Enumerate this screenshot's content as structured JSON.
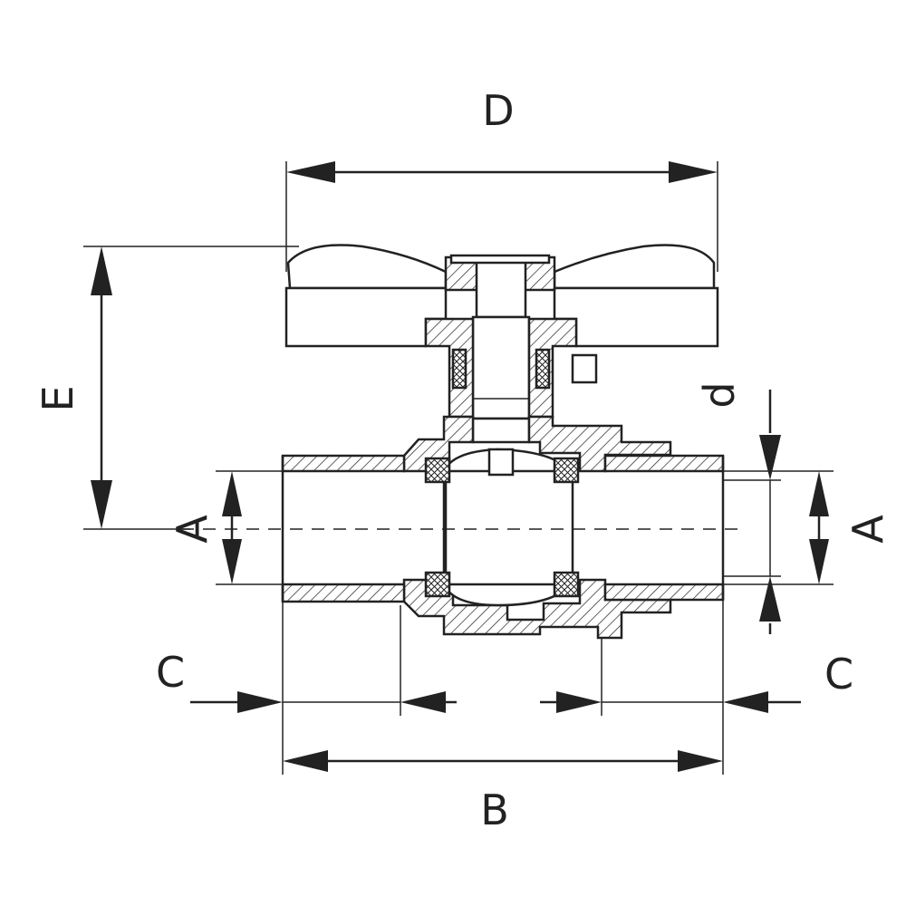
{
  "labels": {
    "D": "D",
    "E": "E",
    "d": "d",
    "A_left": "A",
    "A_right": "A",
    "C_left": "C",
    "C_right": "C",
    "B": "B"
  },
  "colors": {
    "line": "#222222",
    "background": "#ffffff"
  }
}
